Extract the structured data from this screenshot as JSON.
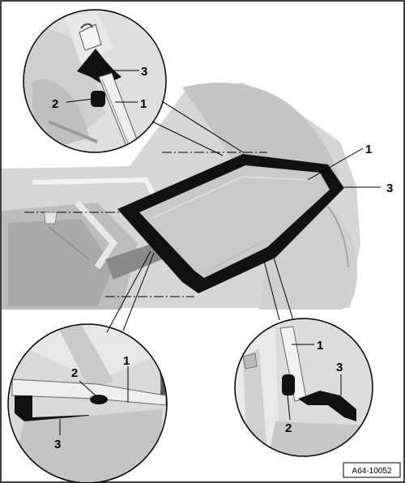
{
  "figure": {
    "reference_code": "A64-10052",
    "callouts": {
      "top_left": [
        "3",
        "2",
        "1"
      ],
      "main": [
        "1",
        "3"
      ],
      "bottom_left": [
        "2",
        "1",
        "3"
      ],
      "bottom_right": [
        "1",
        "3",
        "2"
      ]
    }
  },
  "colors": {
    "frame": "#000000",
    "body_light": "#d9d9d9",
    "body_mid": "#bdbdbd",
    "body_dark": "#8c8c8c",
    "glass": "#c9c9c9",
    "seal": "#111111",
    "background": "#ffffff"
  }
}
